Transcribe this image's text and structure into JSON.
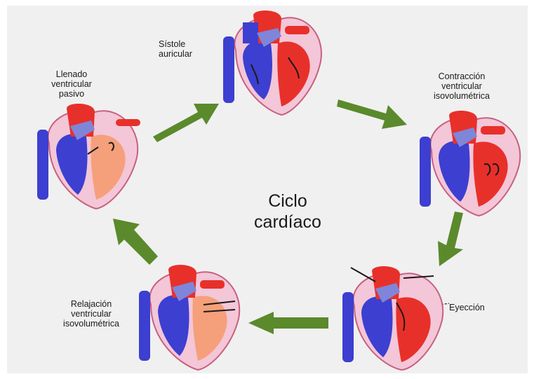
{
  "diagram": {
    "title_line1": "Ciclo",
    "title_line2": "cardíaco",
    "stages": [
      {
        "id": "sistole",
        "label": "Sístole\nauricular"
      },
      {
        "id": "contraccion",
        "label": "Contracción\nventricular\nisovolumétrica"
      },
      {
        "id": "eyeccion",
        "label": "Eyección"
      },
      {
        "id": "relajacion",
        "label": "Relajación\nventricular\nisovolumétrica"
      },
      {
        "id": "llenado",
        "label": "Llenado\nventricular\npasivo"
      }
    ],
    "arrow_color": "#5a8a2c",
    "colors": {
      "oxygenated": "#e8302a",
      "deoxygenated": "#3c3fd0",
      "myocardium": "#f3c6d8",
      "ventricle_light": "#f5a07a"
    }
  }
}
